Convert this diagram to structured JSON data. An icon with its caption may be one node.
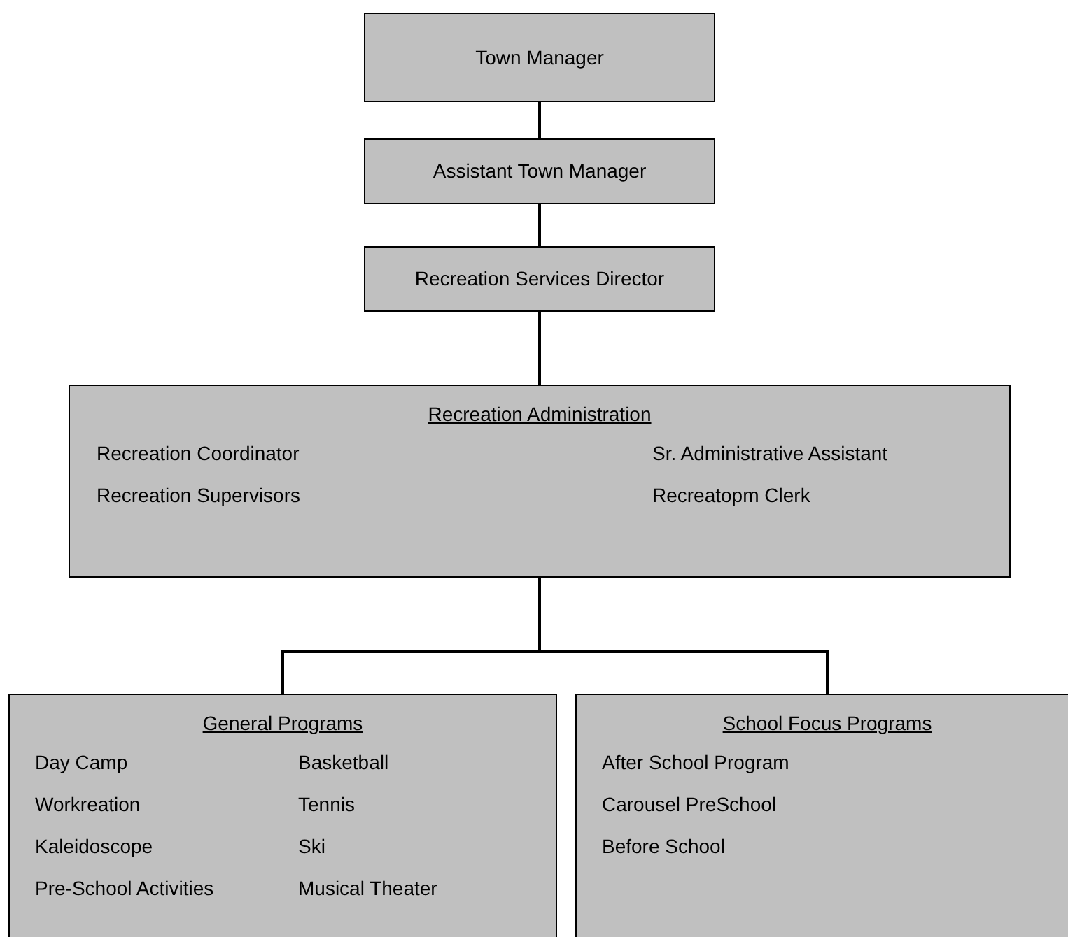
{
  "diagram": {
    "nodes": [
      {
        "text": [
          "Town Manager"
        ]
      },
      {
        "text": [
          "Assistant Town Manager"
        ]
      },
      {
        "text": [
          "Recreation Services Director"
        ]
      },
      {
        "text": [
          "Recreation Administration",
          "Recreation Coordinator",
          "Sr. Administrative Assistant",
          "Recreation Supervisors",
          "Recreatopm Clerk"
        ]
      },
      {
        "text": [
          "General Programs",
          "Day Camp",
          "Basketball",
          "Workreation",
          "Tennis",
          "Kaleidoscope",
          "Ski",
          "Pre-School Activities",
          "Musical Theater"
        ]
      },
      {
        "text": [
          "School Focus Programs",
          "After School Program",
          "Carousel PreSchool",
          "Before School"
        ]
      }
    ],
    "edges": [
      {
        "from": 0,
        "to": 1,
        "arrow": "none"
      },
      {
        "from": 1,
        "to": 2,
        "arrow": "none"
      },
      {
        "from": 2,
        "to": 3,
        "arrow": "none"
      },
      {
        "from": 3,
        "to": 4,
        "arrow": "none"
      },
      {
        "from": 3,
        "to": 5,
        "arrow": "none"
      }
    ]
  }
}
